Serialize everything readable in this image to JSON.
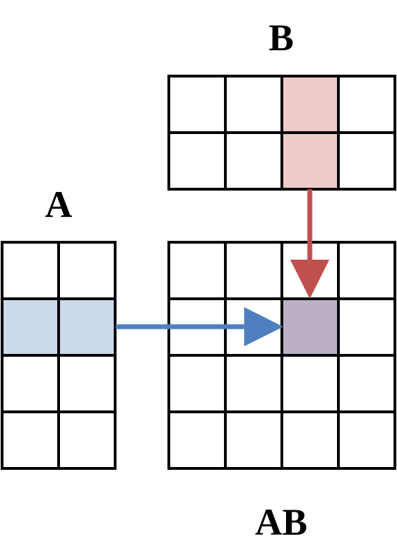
{
  "labels": {
    "a": "A",
    "b": "B",
    "ab": "AB"
  },
  "matrices": {
    "a": {
      "rows": 4,
      "cols": 2,
      "highlight_row": 2
    },
    "b": {
      "rows": 2,
      "cols": 4,
      "highlight_col": 3
    },
    "ab": {
      "rows": 4,
      "cols": 4,
      "highlight_cell": [
        2,
        3
      ]
    }
  },
  "colors": {
    "row_highlight": "#ccd9ea",
    "col_highlight": "#eecaca",
    "product_highlight": "#bbb0c6",
    "arrow_from_a": "#4f7fbf",
    "arrow_from_b": "#c0504d",
    "grid_line": "#000000"
  }
}
